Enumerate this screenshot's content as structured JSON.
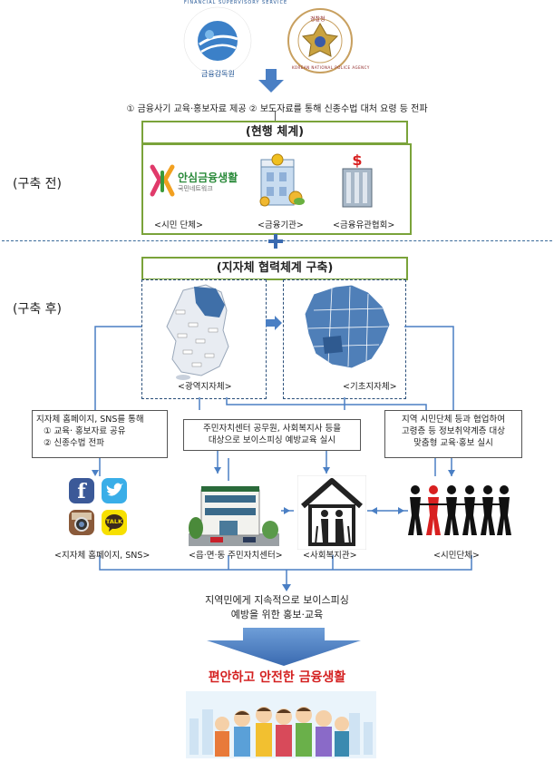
{
  "logos": {
    "fss_name": "FINANCIAL SUPERVISORY SERVICE",
    "fss_korean": "금융감독원",
    "police_name": "KOREAN NATIONAL POLICE AGENCY",
    "police_korean": "경찰청"
  },
  "top_line": "① 금융사기 교육·홍보자료 제공 ② 보도자료를 통해 신종수법 대처 요령 등 전파",
  "before": {
    "side_label": "(구축 전)",
    "title": "(현행 체계)",
    "brand_main": "안심금융생활",
    "brand_sub": "국민네트워크",
    "captions": [
      "<시민 단체>",
      "<금융기관>",
      "<금융유관협회>"
    ]
  },
  "after": {
    "side_label": "(구축 후)",
    "title": "(지자체 협력체계 구축)",
    "map_captions": [
      "<광역지자체>",
      "<기초지자체>"
    ]
  },
  "boxes": {
    "left": [
      "지자체 홈페이지, SNS를 통해",
      "① 교육· 홍보자료 공유",
      "② 신종수법 전파"
    ],
    "middle": [
      "주민자치센터 공무원, 사회복지사 등을",
      "대상으로 보이스피싱 예방교육 실시"
    ],
    "right": [
      "지역 시민단체 등과 협업하여",
      "고령층 등 정보취약계층 대상",
      "맞춤형 교육·홍보 실시"
    ]
  },
  "sns": {
    "talk": "TALK"
  },
  "bottom_captions": [
    "<지자체 홈페이지, SNS>",
    "<읍·면·동 주민자치센터>",
    "<사회복지관>",
    "<시민단체>"
  ],
  "result": [
    "지역민에게 지속적으로 보이스피싱",
    "예방을 위한 홍보·교육"
  ],
  "slogan": "편안하고 안전한 금융생활",
  "colors": {
    "green_border": "#7aa33a",
    "blue_arrow": "#4a7fc4",
    "slogan_red": "#d42020",
    "map_blue": "#3f6fa8"
  }
}
